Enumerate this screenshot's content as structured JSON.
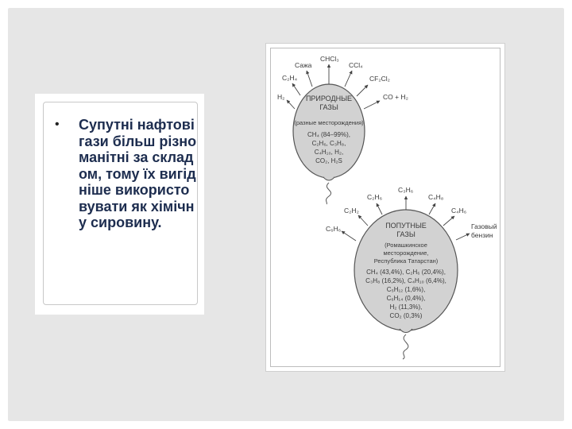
{
  "text_block": {
    "bullet": "•",
    "text": "Супутні нафтові гази більш різноманітні за складом, тому їх вигідніше використовувати як хімічну сировину."
  },
  "diagram": {
    "natural": {
      "title_line1": "ПРИРОДНЫЕ",
      "title_line2": "ГАЗЫ",
      "subtitle": "(разные месторождения)",
      "composition_1": "CH₄ (84–99%),",
      "composition_2": "C₂H₆, C₃H₈,",
      "composition_3": "C₄H₁₀, H₂,",
      "composition_4": "CO₂, H₂S",
      "products": {
        "h2": "H₂",
        "c2h4": "C₂H₄",
        "soot": "Сажа",
        "chcl3": "CHCl₃",
        "ccl4": "CCl₄",
        "cf2cl2": "CF₂Cl₂",
        "syngas": "CO + H₂"
      }
    },
    "associated": {
      "title_line1": "ПОПУТНЫЕ",
      "title_line2": "ГАЗЫ",
      "sub_1": "(Ромашкинское",
      "sub_2": "месторождение,",
      "sub_3": "Республика Татарстан)",
      "composition_1": "CH₄ (43,4%), C₂H₆ (20,4%),",
      "composition_2": "C₃H₈ (16,2%), C₄H₁₀ (6,4%),",
      "composition_3": "C₅H₁₂ (1,6%),",
      "composition_4": "C₆H₁₄ (0,4%),",
      "composition_5": "H₂ (11,3%),",
      "composition_6": "CO₂ (0,3%)",
      "products": {
        "c6h6": "C₆H₆",
        "c2h2": "C₂H₂",
        "c2h6": "C₂H₆",
        "c3h6": "C₃H₆",
        "c4h8": "C₄H₈",
        "c4h6": "C₄H₆",
        "gasoline_1": "Газовый",
        "gasoline_2": "бензин"
      }
    }
  }
}
